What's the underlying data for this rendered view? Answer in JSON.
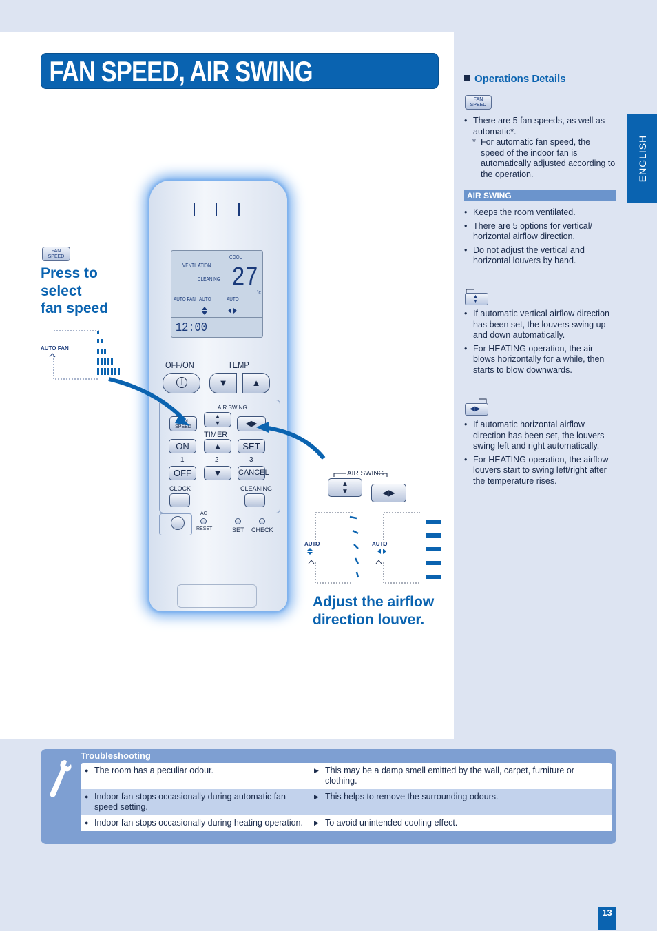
{
  "title": "FAN SPEED, AIR SWING",
  "language_tab": "ENGLISH",
  "page_number": "13",
  "icons": {
    "fan_speed_line1": "FAN",
    "fan_speed_line2": "SPEED"
  },
  "left": {
    "press_text_1": "Press to",
    "press_text_2": "select",
    "press_text_3": "fan speed",
    "auto_fan_label": "AUTO FAN",
    "adjust_text_1": "Adjust the airflow",
    "adjust_text_2": "direction louver.",
    "air_swing_label": "AIR SWING",
    "auto_label": "AUTO"
  },
  "remote": {
    "lcd_cool": "COOL",
    "lcd_ventilation": "VENTILATION",
    "lcd_cleaning": "CLEANING",
    "lcd_temp": "27",
    "lcd_unit": "°c",
    "lcd_auto_fan": "AUTO FAN",
    "lcd_auto_1": "AUTO",
    "lcd_auto_2": "AUTO",
    "lcd_time": "12:00",
    "off_on": "OFF/ON",
    "temp": "TEMP",
    "air_swing": "AIR SWING",
    "timer": "TIMER",
    "on": "ON",
    "set": "SET",
    "off": "OFF",
    "cancel": "CANCEL",
    "num1": "1",
    "num2": "2",
    "num3": "3",
    "clock": "CLOCK",
    "cleaning": "CLEANING",
    "ac_reset_1": "AC",
    "ac_reset_2": "RESET",
    "set_small": "SET",
    "check": "CHECK"
  },
  "operations": {
    "heading": "Operations Details",
    "fan_b1": "There are 5 fan speeds, as well as automatic*.",
    "fan_note": "For automatic fan speed, the speed of the indoor fan is automatically adjusted according to the operation.",
    "air_swing_heading": "AIR SWING",
    "swing_b1": "Keeps the room ventilated.",
    "swing_b2": "There are 5 options for vertical/ horizontal airflow direction.",
    "swing_b3": "Do not adjust the vertical and horizontal louvers by hand.",
    "vert_b1": "If automatic vertical airflow direction has been set, the louvers swing up and down automatically.",
    "vert_b2": "For HEATING operation, the air blows horizontally for a while, then starts to blow downwards.",
    "horiz_b1": "If automatic horizontal airflow direction has been set, the louvers swing left and right automatically.",
    "horiz_b2": "For HEATING operation, the airflow louvers start to swing left/right after the temperature rises."
  },
  "troubleshooting": {
    "heading": "Troubleshooting",
    "rows": [
      {
        "problem": "The room has a peculiar odour.",
        "cause": "This may be a damp smell emitted by the wall, carpet, furniture or clothing."
      },
      {
        "problem": "Indoor fan stops occasionally during automatic fan speed setting.",
        "cause": "This helps to remove the surrounding odours."
      },
      {
        "problem": "Indoor fan stops occasionally during heating operation.",
        "cause": "To avoid unintended cooling effect."
      }
    ]
  }
}
